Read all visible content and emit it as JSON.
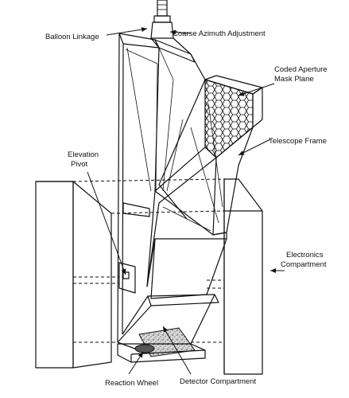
{
  "labels": {
    "balloon_linkage": "Balloon Linkage",
    "coarse_azimuth": "Coarse Azimuth Adjustment",
    "coded_aperture_1": "Coded Aperture",
    "coded_aperture_2": "Mask Plane",
    "telescope_frame": "Telescope Frame",
    "elevation_1": "Elevation",
    "elevation_2": "Pivot",
    "electronics_1": "Electronics",
    "electronics_2": "Compartment",
    "reaction_wheel": "Reaction Wheel",
    "detector_compartment": "Detector Compartment"
  }
}
